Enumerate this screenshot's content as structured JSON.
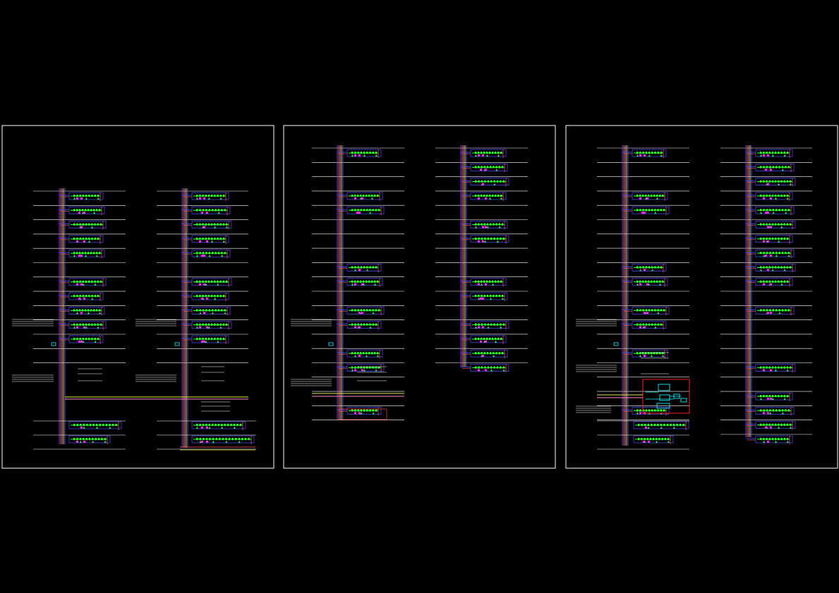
{
  "canvas": {
    "background": "#000000"
  },
  "palette": {
    "frame": "#ffffff",
    "floor_line": "#ffffff",
    "riser_blue": "#4f4fff",
    "riser_red": "#ff5a5a",
    "riser_yellow": "#e8e84a",
    "riser_pink": "#ff8ad0",
    "device_green": "#2fff2f",
    "device_magenta": "#ff28ff",
    "box_red": "#ff4040",
    "highlight_frame": "#ff2020",
    "highlight_cyan": "#19f0ff",
    "feeder_white": "#ffffff"
  },
  "sheets": [
    {
      "id": "sheet-1",
      "risers": [
        {
          "id": "s1-riser-a",
          "floors_with_devices": 12,
          "has_basement_feed": true
        },
        {
          "id": "s1-riser-b",
          "floors_with_devices": 12,
          "has_basement_feed": true
        }
      ]
    },
    {
      "id": "sheet-2",
      "risers": [
        {
          "id": "s2-riser-a",
          "floors_with_devices": 11,
          "has_basement_feed": true
        },
        {
          "id": "s2-riser-b",
          "floors_with_devices": 12,
          "has_basement_feed": false
        }
      ]
    },
    {
      "id": "sheet-3",
      "risers": [
        {
          "id": "s3-riser-a",
          "floors_with_devices": 11,
          "has_basement_feed": true,
          "has_control_cabinet": true
        },
        {
          "id": "s3-riser-b",
          "floors_with_devices": 17,
          "has_basement_feed": false
        }
      ]
    }
  ]
}
